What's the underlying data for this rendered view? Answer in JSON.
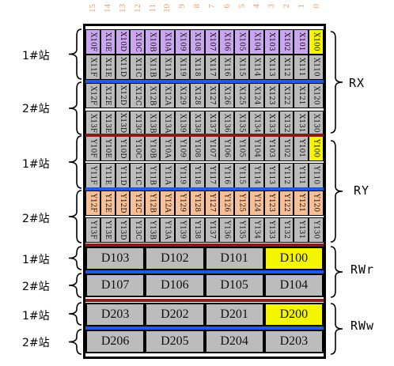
{
  "bit_numbers": [
    "15",
    "14",
    "13",
    "12",
    "11",
    "10",
    "9",
    "8",
    "7",
    "6",
    "5",
    "4",
    "3",
    "2",
    "1",
    "0"
  ],
  "bit_rows": [
    {
      "cells": [
        "X10F",
        "X10E",
        "X10D",
        "X10C",
        "X10B",
        "X10A",
        "X109",
        "X108",
        "X107",
        "X106",
        "X105",
        "X104",
        "X103",
        "X102",
        "X101",
        "X100"
      ],
      "fill": "#c9a6ef",
      "last_fill": "#f5f500"
    },
    {
      "cells": [
        "X11F",
        "X11E",
        "X11D",
        "X11C",
        "X11B",
        "X11A",
        "X119",
        "X118",
        "X117",
        "X116",
        "X115",
        "X114",
        "X113",
        "X112",
        "X111",
        "X110"
      ],
      "fill": "#bcbcbc",
      "last_fill": "#bcbcbc"
    },
    {
      "cells": [
        "X12F",
        "X12E",
        "X12D",
        "X12C",
        "X12B",
        "X12A",
        "X129",
        "X128",
        "X127",
        "X126",
        "X125",
        "X124",
        "X123",
        "X122",
        "X121",
        "X120"
      ],
      "fill": "#bcbcbc",
      "last_fill": "#bcbcbc"
    },
    {
      "cells": [
        "X13F",
        "X13E",
        "X13D",
        "X13C",
        "X13B",
        "X13A",
        "X139",
        "X138",
        "X137",
        "X136",
        "X135",
        "X134",
        "X133",
        "X132",
        "X131",
        "X130"
      ],
      "fill": "#bcbcbc",
      "last_fill": "#bcbcbc"
    },
    {
      "cells": [
        "Y10F",
        "Y10E",
        "Y10D",
        "Y10C",
        "Y10B",
        "Y10A",
        "Y109",
        "Y108",
        "Y107",
        "Y106",
        "Y105",
        "Y104",
        "Y103",
        "Y102",
        "Y101",
        "Y100"
      ],
      "fill": "#bcbcbc",
      "last_fill": "#f5f500"
    },
    {
      "cells": [
        "Y11F",
        "Y11E",
        "Y11D",
        "Y11C",
        "Y11B",
        "Y11A",
        "Y119",
        "Y118",
        "Y117",
        "Y116",
        "Y115",
        "Y114",
        "Y113",
        "Y112",
        "Y111",
        "Y110"
      ],
      "fill": "#bcbcbc",
      "last_fill": "#bcbcbc"
    },
    {
      "cells": [
        "Y12F",
        "Y12E",
        "Y12D",
        "Y12C",
        "Y12B",
        "Y12A",
        "Y129",
        "Y128",
        "Y127",
        "Y126",
        "Y125",
        "Y124",
        "Y123",
        "Y122",
        "Y121",
        "Y120"
      ],
      "fill": "#f6bf96",
      "last_fill": "#f6bf96"
    },
    {
      "cells": [
        "Y13F",
        "Y13E",
        "Y13D",
        "Y13C",
        "Y13B",
        "Y13A",
        "Y139",
        "Y138",
        "Y137",
        "Y136",
        "Y135",
        "Y134",
        "Y133",
        "Y132",
        "Y131",
        "Y130"
      ],
      "fill": "#bcbcbc",
      "last_fill": "#bcbcbc"
    }
  ],
  "word_rows": [
    {
      "cells": [
        "D103",
        "D102",
        "D101",
        "D100"
      ],
      "fill": "#bcbcbc",
      "last_fill": "#f5f500"
    },
    {
      "cells": [
        "D107",
        "D106",
        "D105",
        "D104"
      ],
      "fill": "#bcbcbc",
      "last_fill": "#bcbcbc"
    },
    {
      "cells": [
        "D203",
        "D202",
        "D201",
        "D200"
      ],
      "fill": "#bcbcbc",
      "last_fill": "#f5f500"
    },
    {
      "cells": [
        "D206",
        "D205",
        "D204",
        "D203"
      ],
      "fill": "#bcbcbc",
      "last_fill": "#bcbcbc"
    }
  ],
  "station_labels": [
    "1#站",
    "2#站",
    "1#站",
    "2#站",
    "1#站",
    "2#站",
    "1#站",
    "2#站"
  ],
  "groups": [
    "RX",
    "RY",
    "RWr",
    "RWw"
  ],
  "colors": {
    "blue_separator": "#1e5de0",
    "red_separator": "#8b1a1a",
    "bit_number": "#f0a070"
  }
}
